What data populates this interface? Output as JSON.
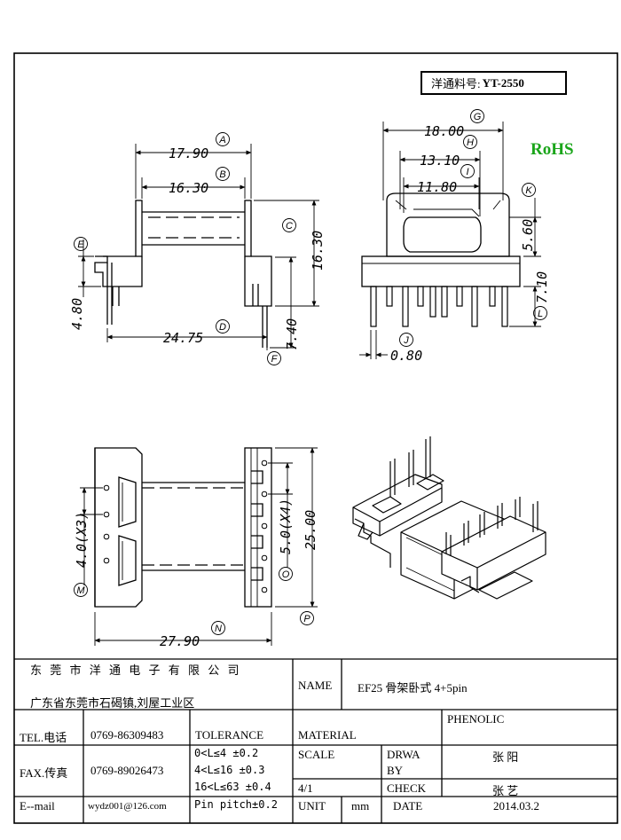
{
  "header": {
    "part_label": "洋通料号:",
    "part_number": "YT-2550",
    "rohs": "RoHS"
  },
  "dimensions": {
    "A": "17.90",
    "B": "16.30",
    "C": "16.30",
    "D": "24.75",
    "E": "4.80",
    "F": "7.40",
    "G": "18.00",
    "H": "13.10",
    "I": "11.80",
    "J": "0.80",
    "K": "5.60",
    "L": "7.10",
    "M": "4.0(X3)",
    "N": "27.90",
    "O": "5.0(X4)",
    "P": "25.00"
  },
  "callouts": [
    "A",
    "B",
    "C",
    "D",
    "E",
    "F",
    "G",
    "H",
    "I",
    "J",
    "K",
    "L",
    "M",
    "N",
    "O",
    "P"
  ],
  "title_block": {
    "company": "东 莞 市 洋 通 电 子 有 限 公 司",
    "address": "广东省东莞市石碣镇,刘屋工业区",
    "name_label": "NAME",
    "name_value": "EF25 骨架卧式 4+5pin",
    "tel_label": "TEL.电话",
    "tel_value": "0769-86309483",
    "fax_label": "FAX.传真",
    "fax_value": "0769-89026473",
    "email_label": "E--mail",
    "email_value": "wydz001@126.com",
    "tolerance_label": "TOLERANCE",
    "tolerance_rows": [
      "0<L≤4   ±0.2",
      "4<L≤16  ±0.3",
      "16<L≤63 ±0.4",
      "Pin pitch±0.2"
    ],
    "material_label": "MATERIAL",
    "material_value": "PHENOLIC",
    "scale_label": "SCALE",
    "scale_value": "4/1",
    "drawn_label_1": "DRWA",
    "drawn_label_2": "BY",
    "drawn_value": "张 阳",
    "check_label": "CHECK",
    "check_value": "张 艺",
    "unit_label": "UNIT",
    "unit_value": "mm",
    "date_label": "DATE",
    "date_value": "2014.03.2"
  }
}
